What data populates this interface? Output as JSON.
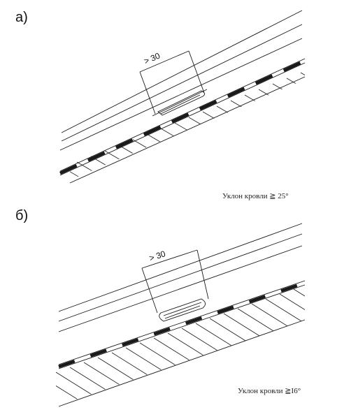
{
  "panels": [
    {
      "label": "а)",
      "dimension": "> 30",
      "caption": "Уклон кровли ≧ 25°"
    },
    {
      "label": "б)",
      "dimension": "> 30",
      "caption": "Уклон кровли ≧I6°"
    }
  ],
  "colors": {
    "line": "#1a1a1a",
    "background": "#ffffff"
  }
}
